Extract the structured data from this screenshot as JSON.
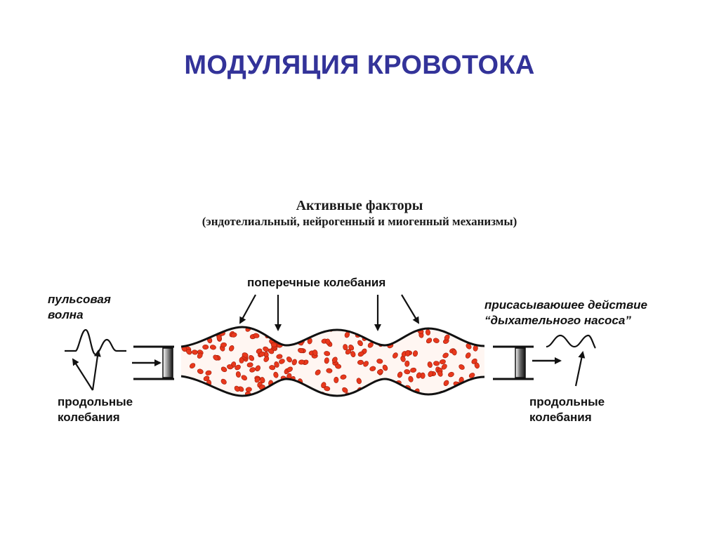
{
  "slide": {
    "title": "МОДУЛЯЦИЯ КРОВОТОКА"
  },
  "diagram": {
    "active_factors": {
      "title": "Активные факторы",
      "subtitle": "(эндотелиальный, нейрогенный и миогенный механизмы)"
    },
    "transverse_label": "поперечные колебания",
    "pulse_wave": {
      "line1": "пульсовая",
      "line2": "волна"
    },
    "longitudinal_left": {
      "line1": "продольные",
      "line2": "колебания"
    },
    "respiratory_pump": {
      "line1": "присасываюшее действие",
      "line2": "“дыхательного  насоса”"
    },
    "longitudinal_right": {
      "line1": "продольные",
      "line2": "колебания"
    },
    "colors": {
      "title": "#333399",
      "blood_cell": "#e8381c",
      "vessel_fill": "#fde3d6",
      "ink": "#111111"
    }
  }
}
